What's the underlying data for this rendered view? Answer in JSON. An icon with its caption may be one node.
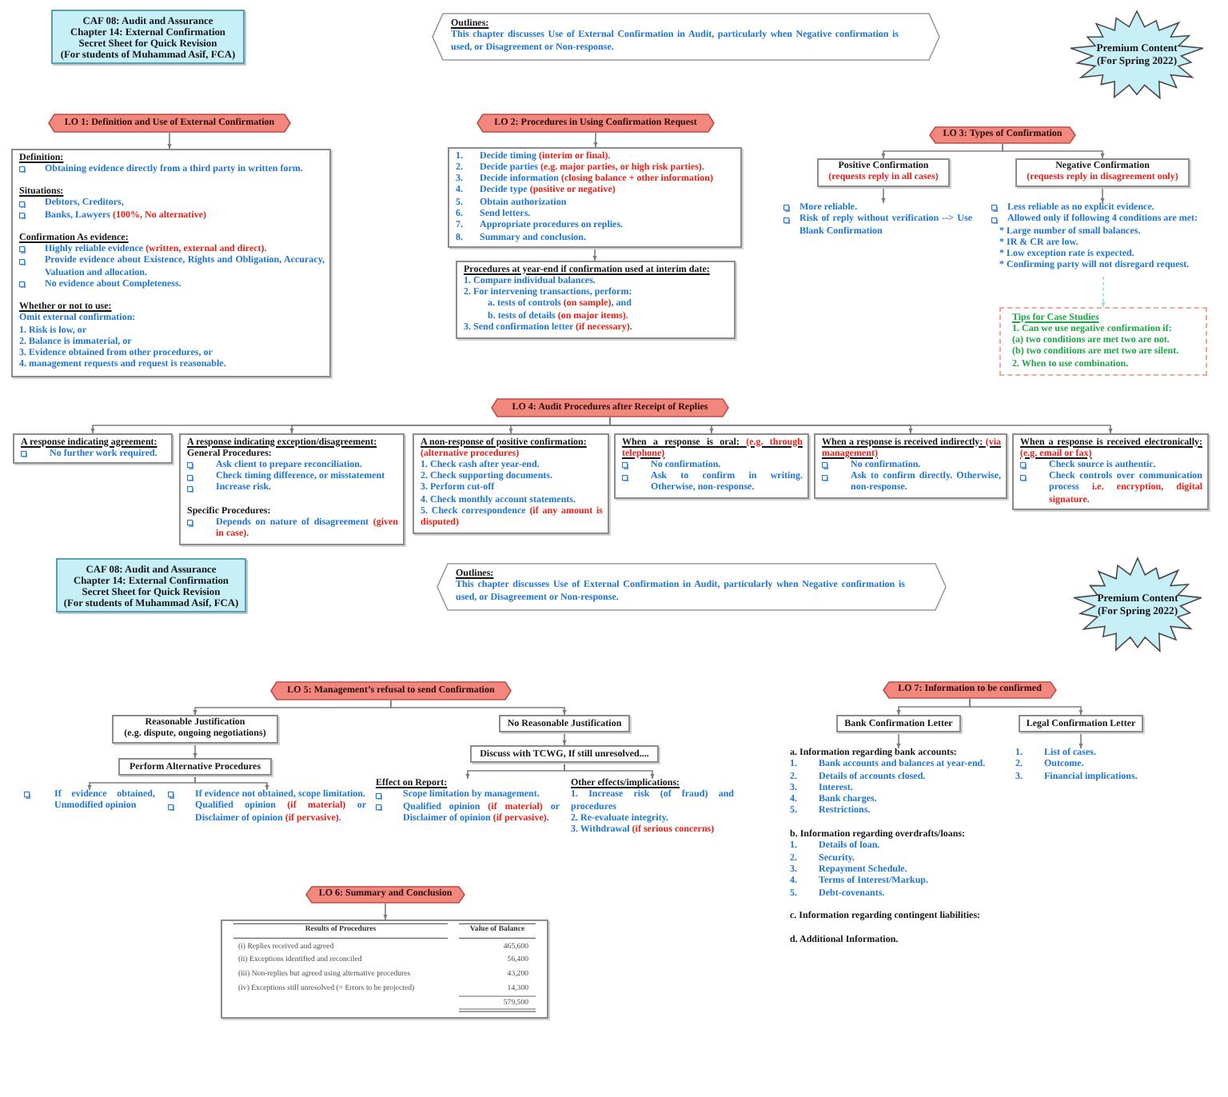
{
  "diagram": {
    "nodes": [
      {
        "text": [
          "CAF 08: Audit and Assurance",
          "Chapter 14: External Confirmation",
          "Secret Sheet for Quick Revision",
          "(For students of Muhammad Asif, FCA)"
        ]
      },
      {
        "text": [
          "Outlines:",
          "This chapter discusses Use of External Confirmation in Audit, particularly when Negative confirmation is used, or Disagreement or Non-response."
        ]
      },
      {
        "text": [
          "Premium Content",
          "(For Spring 2022)"
        ]
      },
      {
        "text": [
          "LO 1: Definition and Use of External Confirmation"
        ]
      },
      {
        "text": [
          "Definition:",
          "Obtaining evidence directly from a third party in written form.",
          "Situations:",
          "Debtors, Creditors,",
          "Banks, Lawyers **(100%, No alternative)**",
          "Confirmation As evidence:",
          "Highly reliable evidence **(written, external and direct)**.",
          "Provide evidence about Existence, Rights and Obligation, Accuracy, Valuation and allocation.",
          "No evidence about Completeness.",
          "Whether or not to use:",
          "Omit external confirmation:",
          "1. Risk is low, or",
          "2. Balance is immaterial, or",
          "3. Evidence obtained from other procedures, or",
          "4. management requests and request is reasonable."
        ]
      },
      {
        "text": [
          "LO 2: Procedures in Using Confirmation Request"
        ]
      },
      {
        "text": [
          "1. Decide timing **(interim or final)**.",
          "2. Decide parties **(e.g. major parties, or high risk parties)**.",
          "3. Decide information **(closing balance + other information)**",
          "4. Decide type **(positive or negative)**",
          "5. Obtain authorization",
          "6. Send letters.",
          "7. Appropriate procedures on replies.",
          "8. Summary and conclusion."
        ]
      },
      {
        "text": [
          "Procedures at year-end if confirmation used at interim date:",
          "1. Compare individual balances.",
          "2. For intervening transactions, perform:",
          "a. tests of controls **(on sample)**, and",
          "b. tests of details **(on major items)**.",
          "3. Send confirmation letter **(if necessary)**."
        ]
      },
      {
        "text": [
          "LO 3: Types of Confirmation"
        ]
      },
      {
        "text": [
          "Positive Confirmation",
          "(requests reply in all cases)"
        ]
      },
      {
        "text": [
          "Negative Confirmation",
          "(requests reply in disagreement only)"
        ]
      },
      {
        "text": [
          "More reliable.",
          "Risk of reply without verification --> Use Blank Confirmation"
        ]
      },
      {
        "text": [
          "Less reliable as no explicit evidence.",
          "Allowed only if following 4 conditions are met:",
          "* Large number of small balances.",
          "* IR & CR are low.",
          "* Low exception rate is expected.",
          "* Confirming party will not disregard request."
        ]
      },
      {
        "text": [
          "Tips for Case Studies",
          "1. Can we use negative confirmation if:",
          "(a) two conditions are met two are not.",
          "(b) two conditions are met two are silent.",
          "2. When to use combination."
        ]
      },
      {
        "text": [
          "LO 4: Audit Procedures after Receipt of Replies"
        ]
      },
      {
        "text": [
          "A response indicating agreement:",
          "No further work required."
        ]
      },
      {
        "text": [
          "A response indicating exception/disagreement:",
          "General Procedures:",
          "Ask client to prepare reconciliation.",
          "Check timing difference, or misstatement",
          "Increase risk.",
          "Specific Procedures:",
          "Depends on nature of disagreement **(given in case)**."
        ]
      },
      {
        "text": [
          "A non-response of positive confirmation:",
          "(alternative procedures)",
          "1. Check cash after year-end.",
          "2. Check supporting documents.",
          "3. Perform cut-off",
          "4. Check monthly account statements.",
          "5. Check correspondence **(if any amount is disputed)**"
        ]
      },
      {
        "text": [
          "When a response is oral: **(e.g. through telephone)**",
          "No confirmation.",
          "Ask to confirm in writing. Otherwise, non-response."
        ]
      },
      {
        "text": [
          "When a response is received indirectly: **(via management)**",
          "No confirmation.",
          "Ask to confirm directly. Otherwise, non-response."
        ]
      },
      {
        "text": [
          "When a response is received electronically: **(e.g. email or fax)**",
          "Check source is authentic.",
          "Check controls over communication process **i.e. encryption, digital signature.**"
        ]
      },
      {
        "text": [
          "CAF 08: Audit and Assurance",
          "Chapter 14: External Confirmation",
          "Secret Sheet for Quick Revision",
          "(For students of Muhammad Asif, FCA)"
        ]
      },
      {
        "text": [
          "Outlines:",
          "This chapter discusses Use of External Confirmation in Audit, particularly when Negative confirmation is used, or Disagreement or Non-response."
        ]
      },
      {
        "text": [
          "Premium Content",
          "(For Spring 2022)"
        ]
      },
      {
        "text": [
          "LO 5: Management’s refusal to send Confirmation"
        ]
      },
      {
        "text": [
          "Reasonable Justification",
          "(e.g. dispute, ongoing negotiations)"
        ]
      },
      {
        "text": [
          "No Reasonable Justification"
        ]
      },
      {
        "text": [
          "Perform Alternative Procedures"
        ]
      },
      {
        "text": [
          "If evidence obtained, Unmodified opinion"
        ]
      },
      {
        "text": [
          "If evidence not obtained, scope limitation.",
          "Qualified opinion **(if material)** or Disclaimer of opinion **(if pervasive)**."
        ]
      },
      {
        "text": [
          "Discuss with TCWG, If still unresolved...."
        ]
      },
      {
        "text": [
          "Effect on Report:",
          "Scope limitation by management.",
          "Qualified opinion **(if material)** or Disclaimer of opinion **(if pervasive)**."
        ]
      },
      {
        "text": [
          "Other effects/implications:",
          "1. Increase risk (of fraud) and procedures",
          "2. Re-evaluate integrity.",
          "3. Withdrawal **(if serious concerns)**"
        ]
      },
      {
        "text": [
          "LO 6: Summary and Conclusion"
        ]
      },
      {
        "text": [],
        "shape": "box"
      },
      {
        "text": [
          "LO 7: Information to be confirmed"
        ]
      },
      {
        "text": [
          "Bank Confirmation Letter"
        ]
      },
      {
        "text": [
          "Legal Confirmation Letter"
        ]
      },
      {
        "text": [
          "a. Information regarding bank accounts:",
          "1. Bank accounts and balances at year-end.",
          "2. Details of accounts closed.",
          "3. Interest.",
          "4. Bank charges.",
          "5. Restrictions.",
          "b. Information regarding overdrafts/loans:",
          "1. Details of loan.",
          "2. Security.",
          "3. Repayment Schedule.",
          "4. Terms of Interest/Markup.",
          "5. Debt-covenants.",
          "c. Information regarding contingent liabilities:",
          "d. Additional Information."
        ]
      },
      {
        "text": [
          "1. List of cases.",
          "2. Outcome.",
          "3. Financial implications."
        ]
      }
    ],
    "edges": [
      {
        "from": 3,
        "to": 4,
        "arrow": "to"
      },
      {
        "from": 5,
        "to": 6,
        "arrow": "to"
      },
      {
        "from": 6,
        "to": 7,
        "arrow": "to"
      },
      {
        "from": 8,
        "to": 9,
        "arrow": "to"
      },
      {
        "from": 8,
        "to": 10,
        "arrow": "to"
      },
      {
        "from": 9,
        "to": 11,
        "arrow": "to"
      },
      {
        "from": 10,
        "to": 12,
        "arrow": "to"
      },
      {
        "from": 12,
        "to": 13,
        "arrow": "to",
        "style": "dashed",
        "color": "#9ed8ec"
      },
      {
        "from": 14,
        "to": 15,
        "arrow": "to"
      },
      {
        "from": 14,
        "to": 16,
        "arrow": "to"
      },
      {
        "from": 14,
        "to": 17,
        "arrow": "to"
      },
      {
        "from": 14,
        "to": 18,
        "arrow": "to"
      },
      {
        "from": 14,
        "to": 19,
        "arrow": "to"
      },
      {
        "from": 14,
        "to": 20,
        "arrow": "to"
      },
      {
        "from": 24,
        "to": 25,
        "arrow": "to"
      },
      {
        "from": 24,
        "to": 26,
        "arrow": "to"
      },
      {
        "from": 25,
        "to": 27,
        "arrow": "to"
      },
      {
        "from": 27,
        "to": 28,
        "arrow": "to"
      },
      {
        "from": 27,
        "to": 29,
        "arrow": "to"
      },
      {
        "from": 26,
        "to": 30,
        "arrow": "to"
      },
      {
        "from": 30,
        "to": 31,
        "arrow": "to"
      },
      {
        "from": 30,
        "to": 32,
        "arrow": "to"
      },
      {
        "from": 33,
        "to": 34,
        "arrow": "to"
      },
      {
        "from": 35,
        "to": 36,
        "arrow": "to"
      },
      {
        "from": 35,
        "to": 37,
        "arrow": "to"
      },
      {
        "from": 36,
        "to": 38,
        "arrow": "to"
      },
      {
        "from": 37,
        "to": 39,
        "arrow": "to"
      }
    ],
    "labels": [
      "Results of Procedures",
      "Value of Balance",
      "(i) Replies received and agreed",
      "465,600",
      "(ii) Exceptions identified and reconciled",
      "56,400",
      "(iii) Non-replies but agreed using alternative procedures",
      "43,200",
      "(iv) Exceptions still unresolved (= Errors to be projected)",
      "14,300",
      "579,500"
    ]
  }
}
